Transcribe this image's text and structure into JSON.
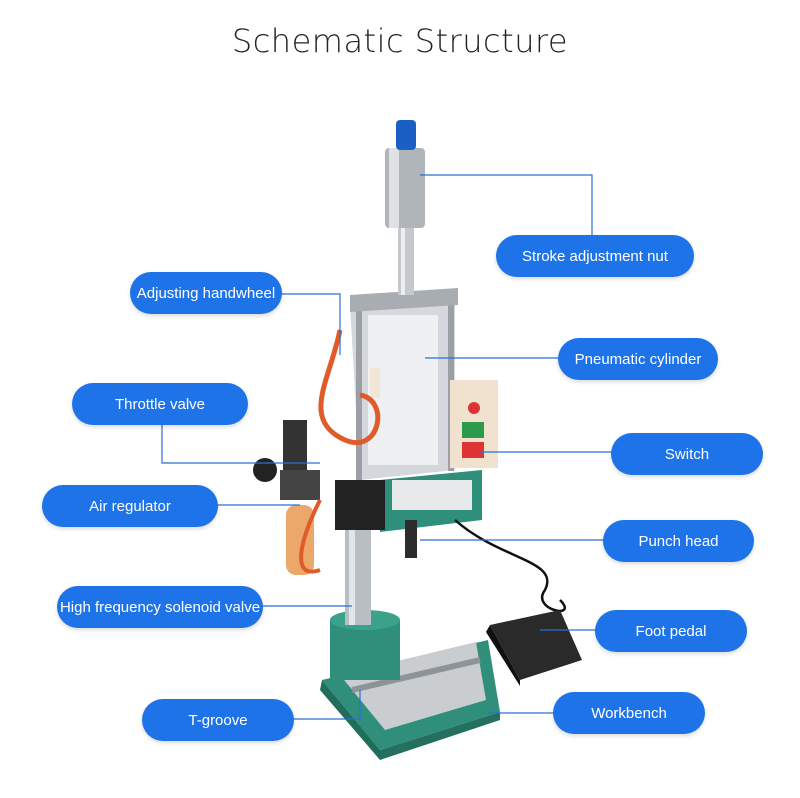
{
  "title": "Schematic Structure",
  "labels": {
    "stroke_nut": "Stroke adjustment nut",
    "handwheel": "Adjusting handwheel",
    "cylinder": "Pneumatic cylinder",
    "throttle": "Throttle valve",
    "switch": "Switch",
    "air_regulator": "Air regulator",
    "punch_head": "Punch head",
    "solenoid": "High frequency solenoid valve",
    "foot_pedal": "Foot pedal",
    "t_groove": "T-groove",
    "workbench": "Workbench"
  },
  "colors": {
    "accent": "#1f73e8",
    "leader": "#2b6fd6"
  }
}
